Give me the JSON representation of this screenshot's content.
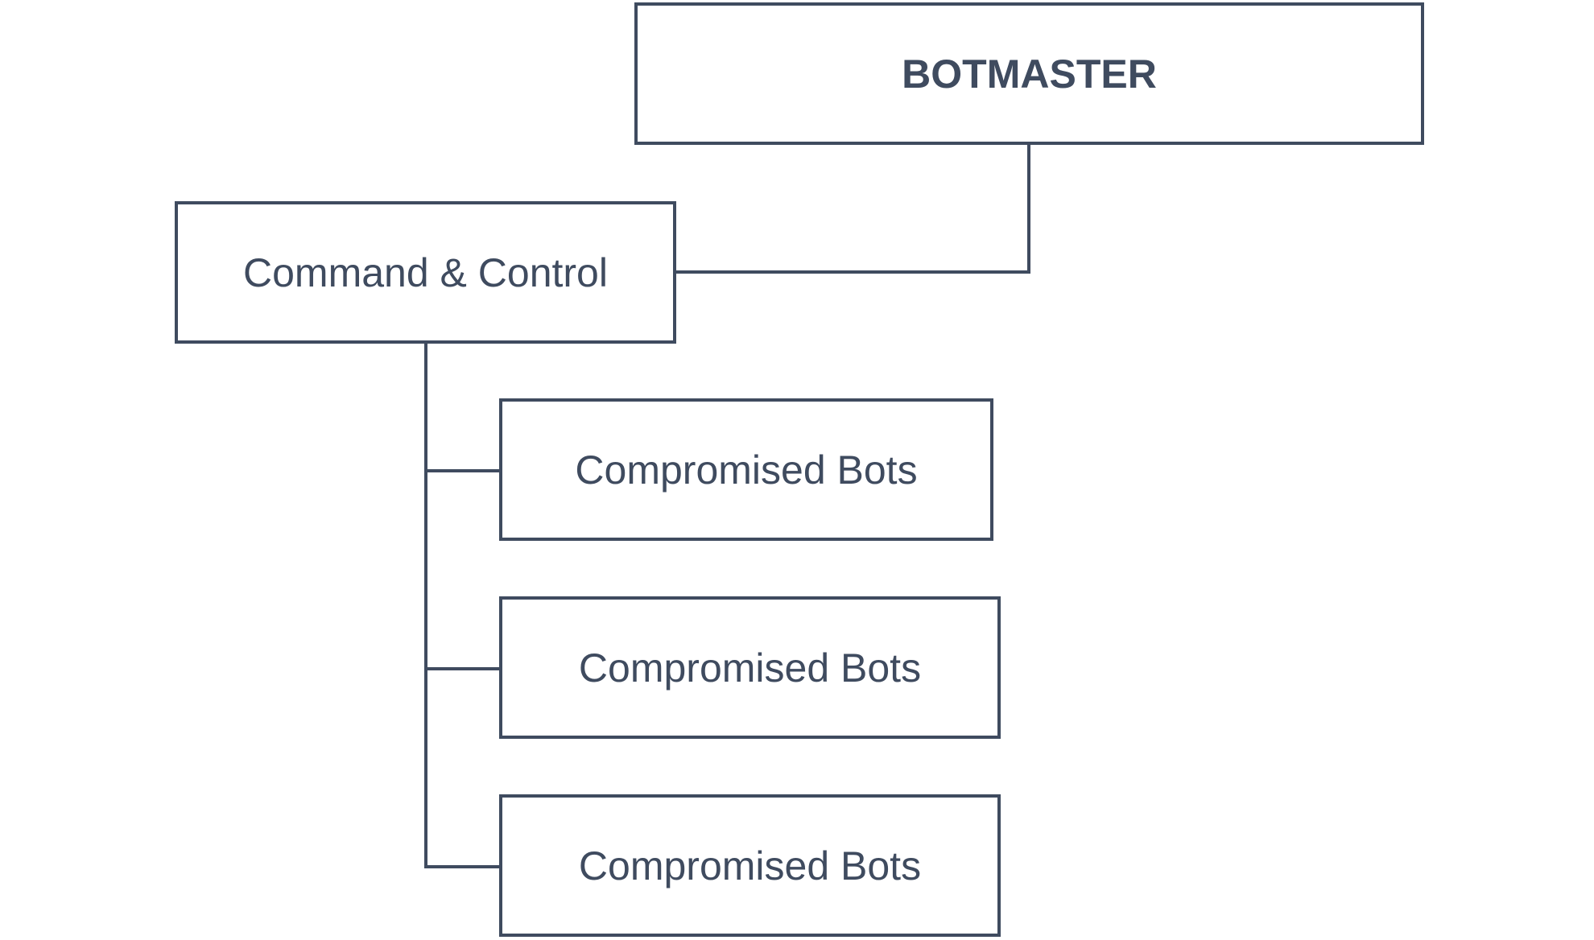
{
  "diagram": {
    "line_color": "#3f4b5f",
    "root": {
      "label": "BOTMASTER"
    },
    "controller": {
      "label": "Command & Control"
    },
    "bots": [
      {
        "label": "Compromised Bots"
      },
      {
        "label": "Compromised Bots"
      },
      {
        "label": "Compromised Bots"
      }
    ]
  }
}
